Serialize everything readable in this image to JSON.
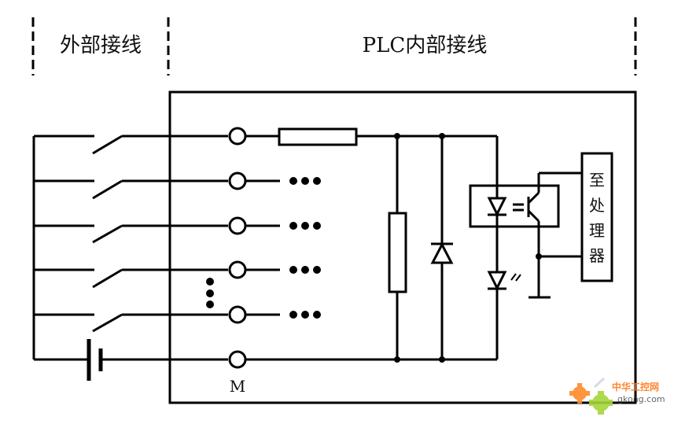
{
  "title": "PLC直流输入接线示意图",
  "sections": {
    "external": "外部接线",
    "internal": "PLC内部接线"
  },
  "terminals": {
    "common_label": "M"
  },
  "processor_label": [
    "至",
    "处",
    "理",
    "器"
  ],
  "watermark": {
    "cn": "中华工控网",
    "en": "gkong.com"
  },
  "colors": {
    "line": "#000000",
    "background": "#ffffff",
    "watermark_orange": "#ff7a1a",
    "watermark_green": "#a6d43a"
  },
  "components": {
    "switches": 5,
    "input_terminals": 5,
    "ellipsis_rows": 4
  }
}
